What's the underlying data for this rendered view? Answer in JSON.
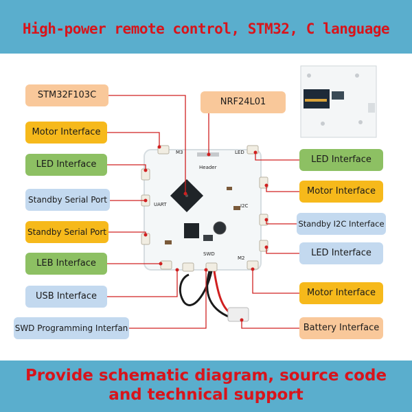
{
  "header": {
    "title": "High-power remote control, STM32, C language"
  },
  "footer": {
    "line1": "Provide schematic diagram, source code",
    "line2": "and technical support"
  },
  "labels": {
    "stm32": "STM32F103C",
    "nrf": "NRF24L01",
    "motor_left": "Motor Interface",
    "led_left": "LED Interface",
    "standby_serial_1": "Standby Serial Port",
    "standby_serial_2": "Standby Serial Port",
    "leb_left": "LEB Interface",
    "usb": "USB Interface",
    "swd": "SWD Programming Interfan",
    "led_right_top": "LED Interface",
    "motor_right_top": "Motor Interface",
    "standby_i2c": "Standby I2C Interface",
    "led_right_mid": "LED Interface",
    "motor_right_bottom": "Motor Interface",
    "battery": "Battery Interface"
  },
  "board": {
    "silkscreen": {
      "header": "Header",
      "led": "LED",
      "m3": "M3",
      "m2": "M2",
      "swd": "SWD",
      "uart": "UART",
      "i2c": "I2C"
    }
  },
  "colors": {
    "title_red": "#d8141b",
    "band_blue": "#5aaecd",
    "connector_line": "#d02020"
  }
}
